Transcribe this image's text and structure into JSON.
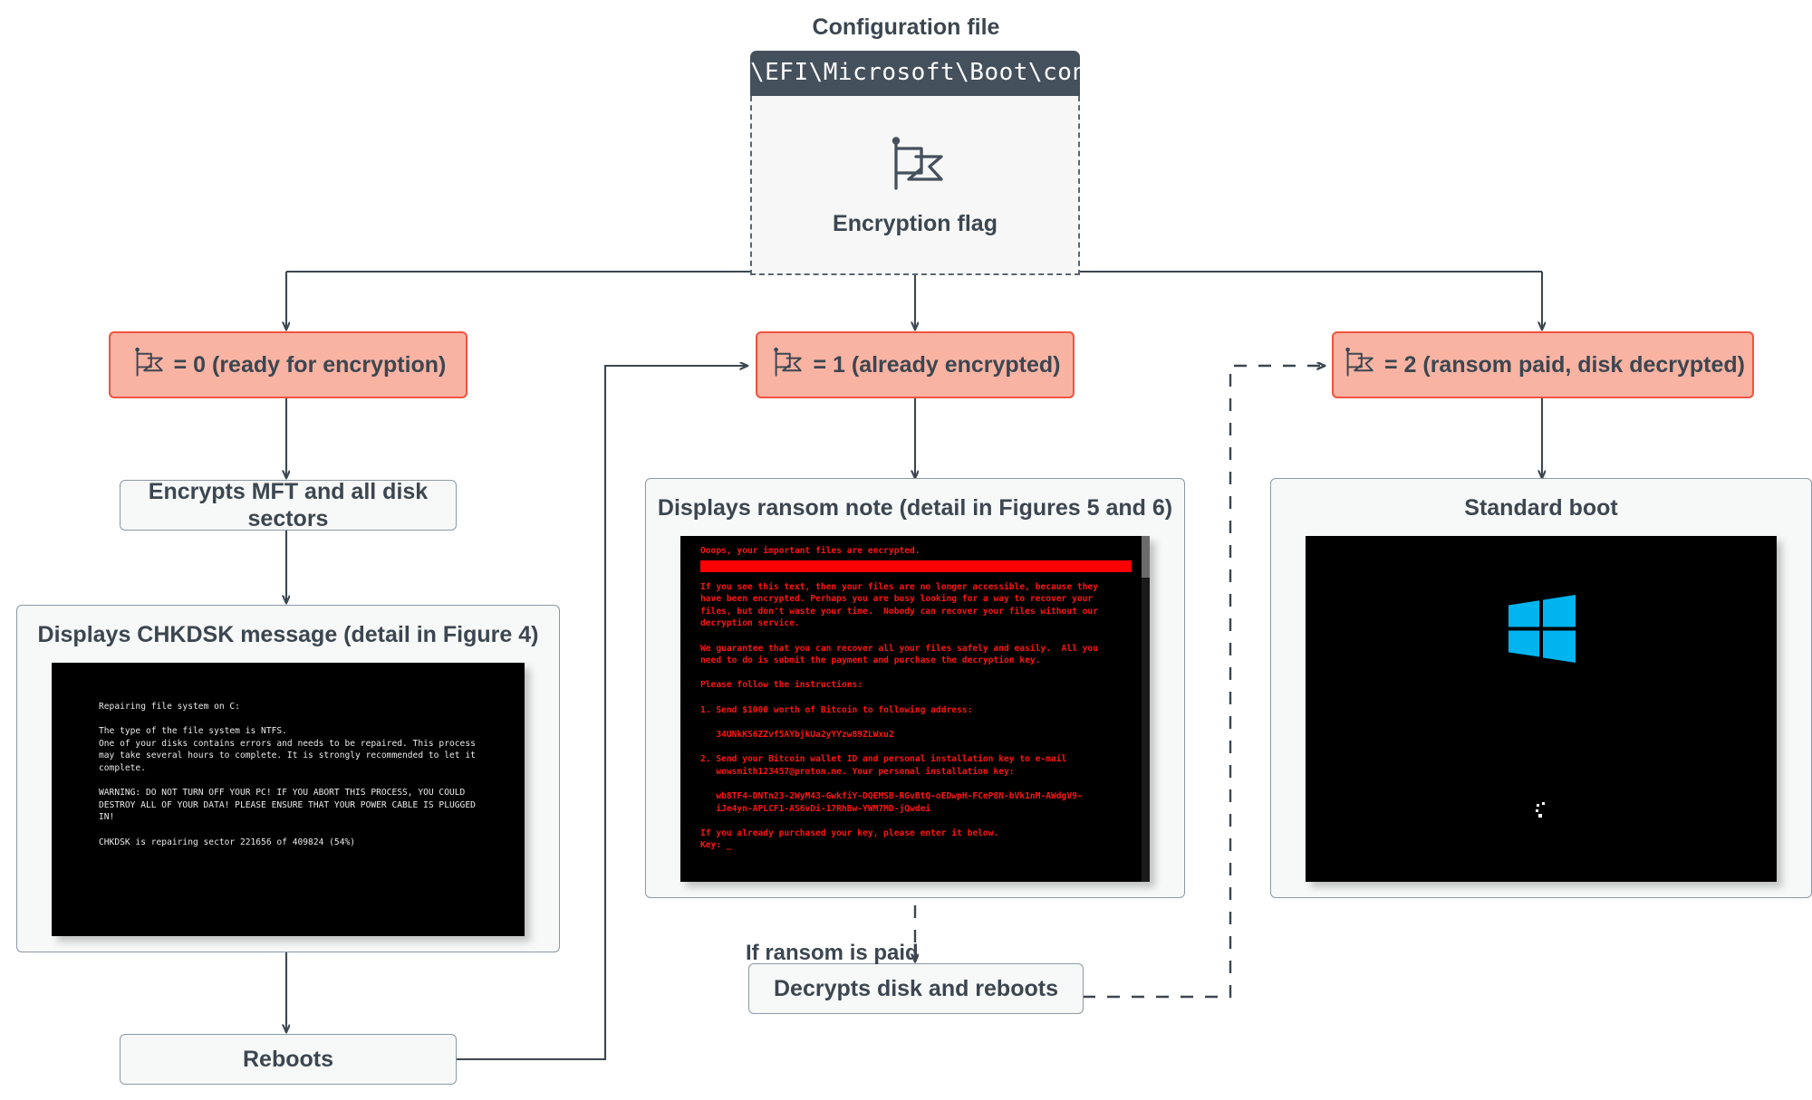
{
  "config": {
    "title": "Configuration file",
    "path": "\\EFI\\Microsoft\\Boot\\config",
    "caption": "Encryption flag",
    "icon": "flag-icon"
  },
  "flag_states": [
    {
      "id": "flag-0",
      "label": "= 0 (ready for encryption)",
      "icon": "flag-icon"
    },
    {
      "id": "flag-1",
      "label": "= 1 (already encrypted)",
      "icon": "flag-icon"
    },
    {
      "id": "flag-2",
      "label": "= 2 (ransom paid, disk decrypted)",
      "icon": "flag-icon"
    }
  ],
  "nodes": {
    "encrypts": "Encrypts MFT and all disk sectors",
    "reboots": "Reboots",
    "decrypts": "Decrypts disk and reboots"
  },
  "edge_labels": {
    "if_ransom_paid": "If ransom is paid"
  },
  "panels": {
    "chkdsk": {
      "title": "Displays CHKDSK message (detail in Figure 4)",
      "lines": [
        "Repairing file system on C:",
        "",
        "The type of the file system is NTFS.",
        "One of your disks contains errors and needs to be repaired. This process",
        "may take several hours to complete. It is strongly recommended to let it",
        "complete.",
        "",
        "WARNING: DO NOT TURN OFF YOUR PC! IF YOU ABORT THIS PROCESS, YOU COULD",
        "DESTROY ALL OF YOUR DATA! PLEASE ENSURE THAT YOUR POWER CABLE IS PLUGGED",
        "IN!",
        "",
        "CHKDSK is repairing sector 221656 of 409824 (54%)"
      ]
    },
    "ransom": {
      "title": "Displays ransom note (detail in Figures 5 and 6)",
      "headline": "Ooops, your important files are encrypted.",
      "lines": [
        "If you see this text, then your files are no longer accessible, because they",
        "have been encrypted. Perhaps you are busy looking for a way to recover your",
        "files, but don't waste your time.  Nobody can recover your files without our",
        "decryption service.",
        "",
        "We guarantee that you can recover all your files safely and easily.  All you",
        "need to do is submit the payment and purchase the decryption key.",
        "",
        "Please follow the instructions:",
        "",
        "1. Send $1000 worth of Bitcoin to following address:",
        "",
        "   34UNkKS6ZZvf5AYbjkUa2yYYzw89ZLWxu2",
        "",
        "2. Send your Bitcoin wallet ID and personal installation key to e-mail",
        "   wowsmith123457@proton.me. Your personal installation key:",
        "",
        "   wb8TF4-DNTn23-2WyM43-GwkfiY-DQEMSB-RGvBtQ-oEDwpH-FCeP8N-bVk1nM-AWdgV9-",
        "   iJe4yn-APLCF1-AS6vDi-17RhBw-YWM7MD-jQwdei",
        "",
        "If you already purchased your key, please enter it below.",
        "Key: _"
      ]
    },
    "standard_boot": {
      "title": "Standard boot",
      "logo": "windows-logo",
      "logo_color": "#00b4f0"
    }
  }
}
